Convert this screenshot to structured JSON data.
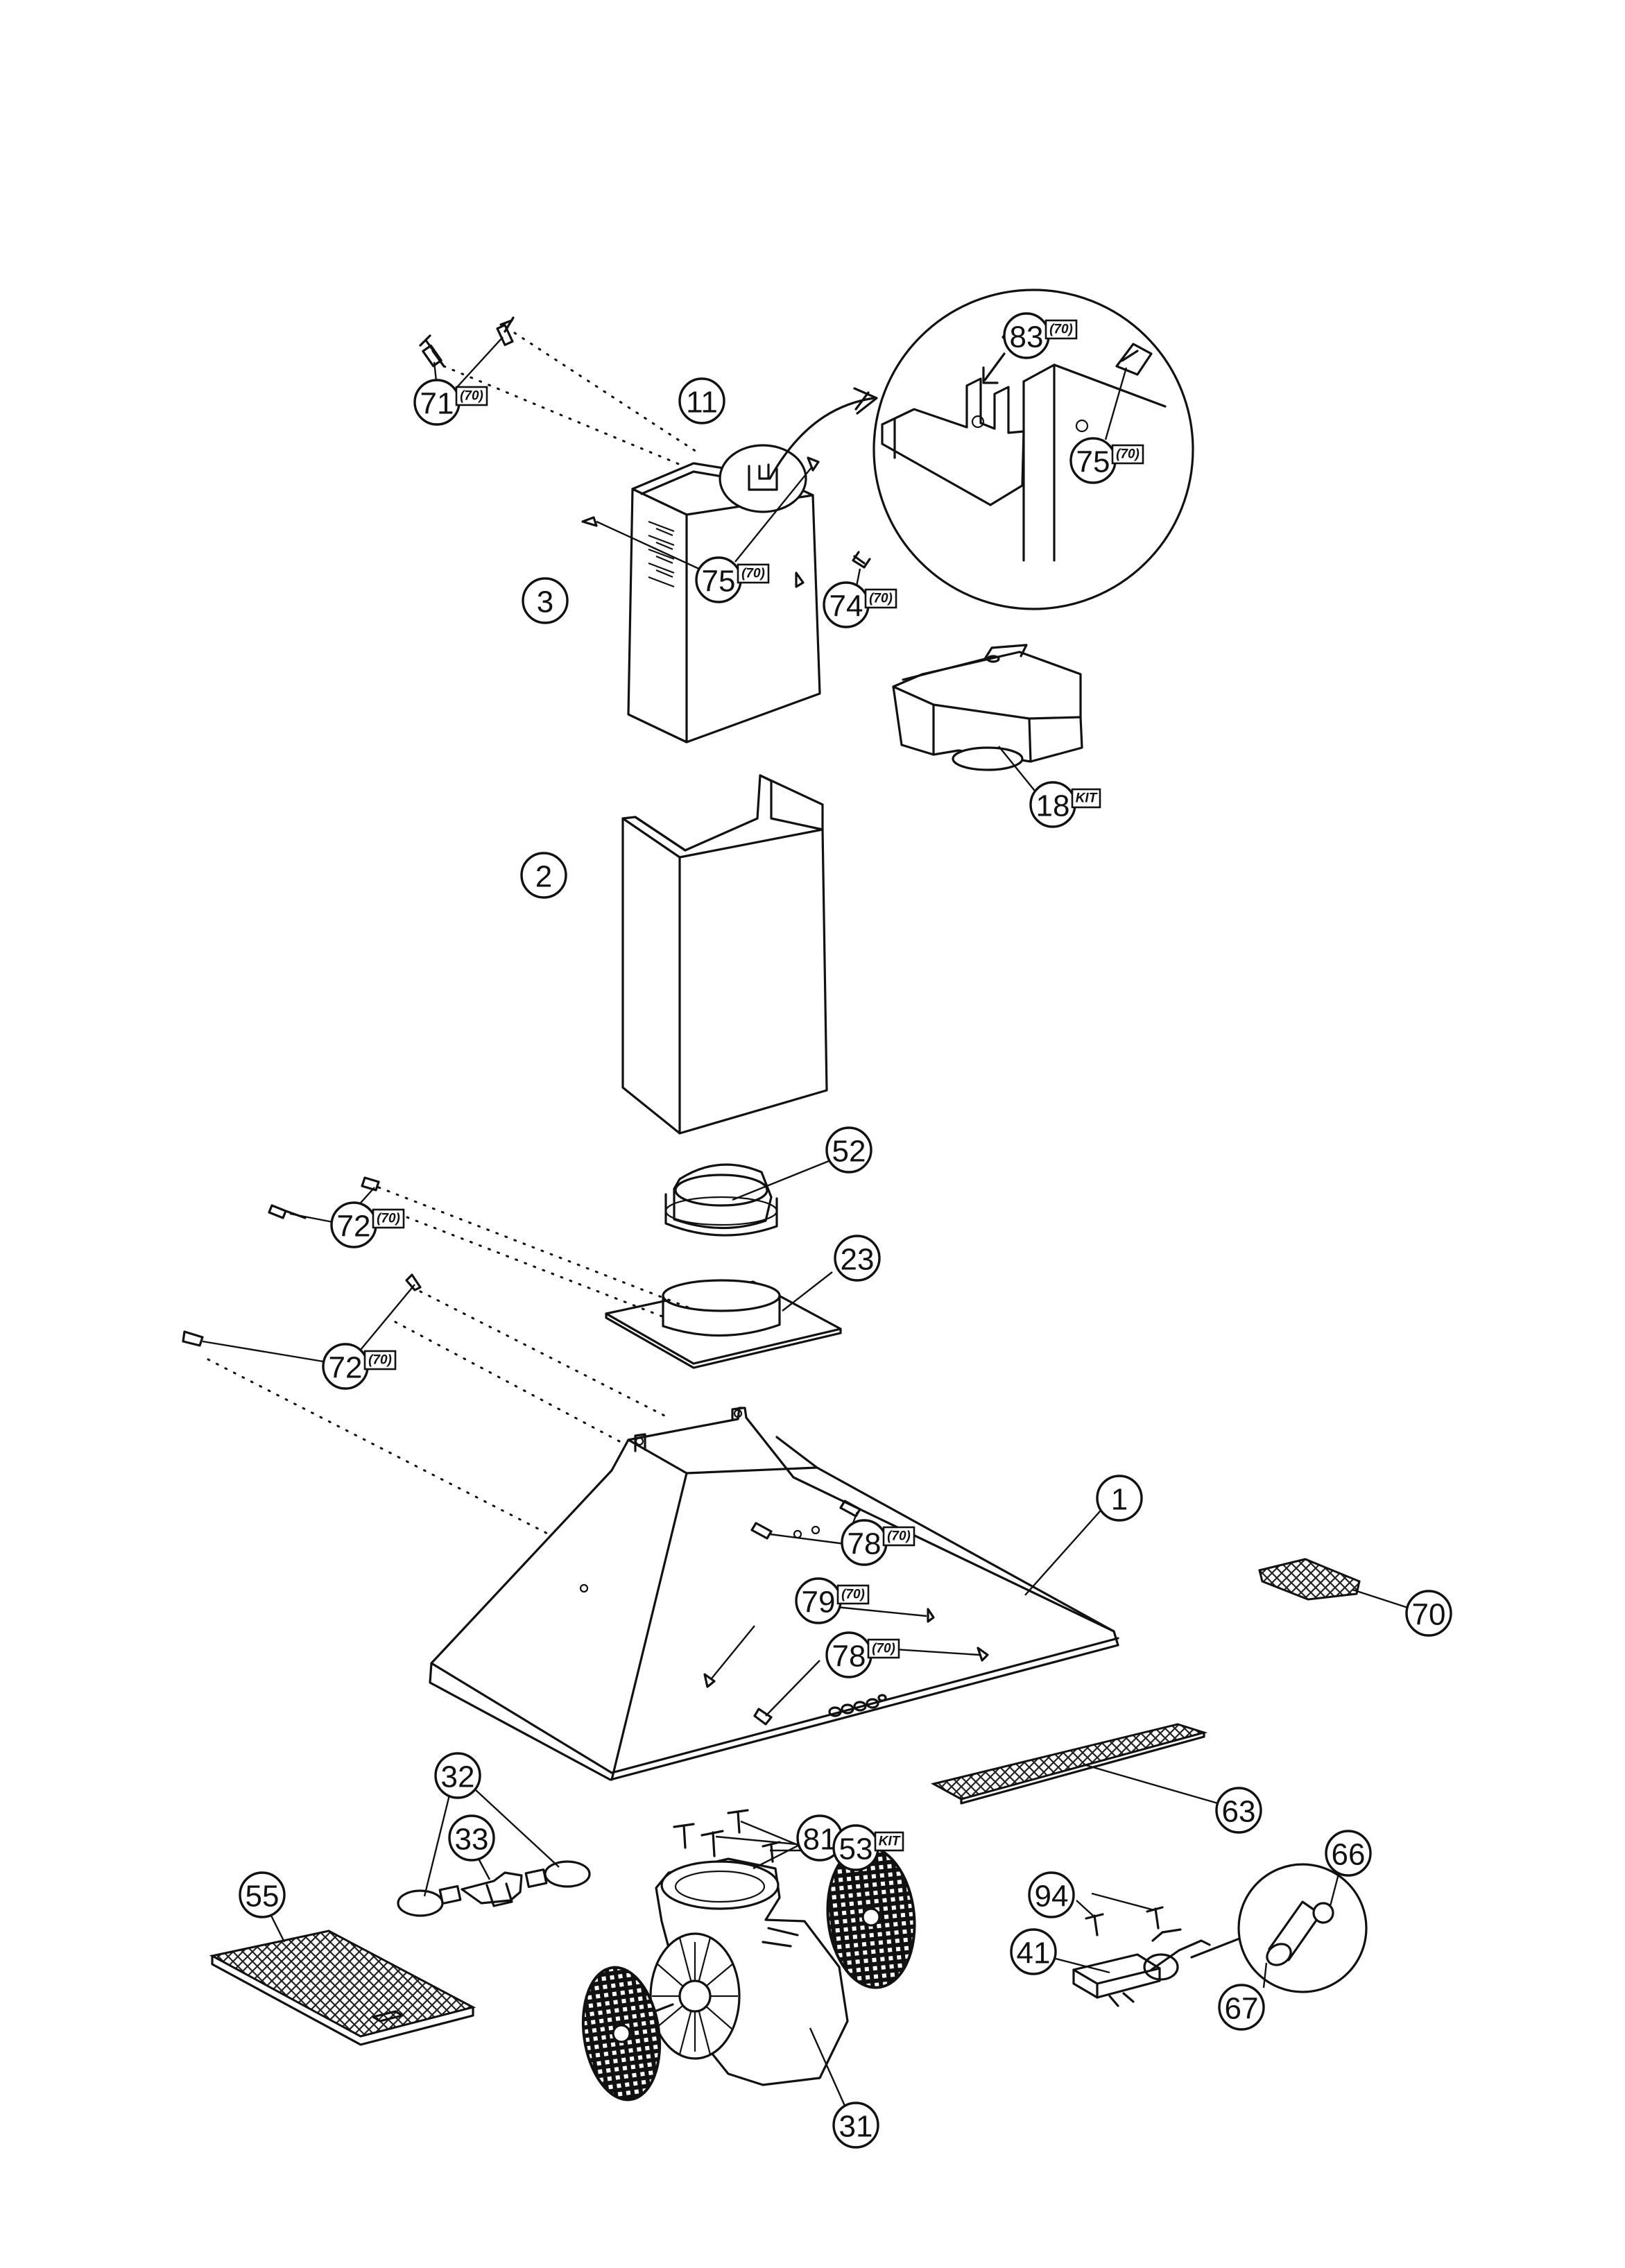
{
  "diagram": {
    "callouts": [
      {
        "id": "c71",
        "number": "71",
        "tag": "70"
      },
      {
        "id": "c11",
        "number": "11",
        "tag": ""
      },
      {
        "id": "c83",
        "number": "83",
        "tag": "70"
      },
      {
        "id": "c75a",
        "number": "75",
        "tag": "70"
      },
      {
        "id": "c75b",
        "number": "75",
        "tag": "70"
      },
      {
        "id": "c74",
        "number": "74",
        "tag": "70"
      },
      {
        "id": "c3",
        "number": "3",
        "tag": ""
      },
      {
        "id": "c18",
        "number": "18",
        "tag": "KIT"
      },
      {
        "id": "c2",
        "number": "2",
        "tag": ""
      },
      {
        "id": "c52",
        "number": "52",
        "tag": ""
      },
      {
        "id": "c72a",
        "number": "72",
        "tag": "70"
      },
      {
        "id": "c23",
        "number": "23",
        "tag": ""
      },
      {
        "id": "c72b",
        "number": "72",
        "tag": "70"
      },
      {
        "id": "c1",
        "number": "1",
        "tag": ""
      },
      {
        "id": "c78a",
        "number": "78",
        "tag": "70"
      },
      {
        "id": "c70",
        "number": "70",
        "tag": ""
      },
      {
        "id": "c79",
        "number": "79",
        "tag": "70"
      },
      {
        "id": "c78b",
        "number": "78",
        "tag": "70"
      },
      {
        "id": "c63",
        "number": "63",
        "tag": ""
      },
      {
        "id": "c32",
        "number": "32",
        "tag": ""
      },
      {
        "id": "c81",
        "number": "81",
        "tag": ""
      },
      {
        "id": "c33",
        "number": "33",
        "tag": ""
      },
      {
        "id": "c53",
        "number": "53",
        "tag": "KIT"
      },
      {
        "id": "c66",
        "number": "66",
        "tag": ""
      },
      {
        "id": "c94",
        "number": "94",
        "tag": ""
      },
      {
        "id": "c55",
        "number": "55",
        "tag": ""
      },
      {
        "id": "c41",
        "number": "41",
        "tag": ""
      },
      {
        "id": "c67",
        "number": "67",
        "tag": ""
      },
      {
        "id": "c31",
        "number": "31",
        "tag": ""
      }
    ]
  }
}
